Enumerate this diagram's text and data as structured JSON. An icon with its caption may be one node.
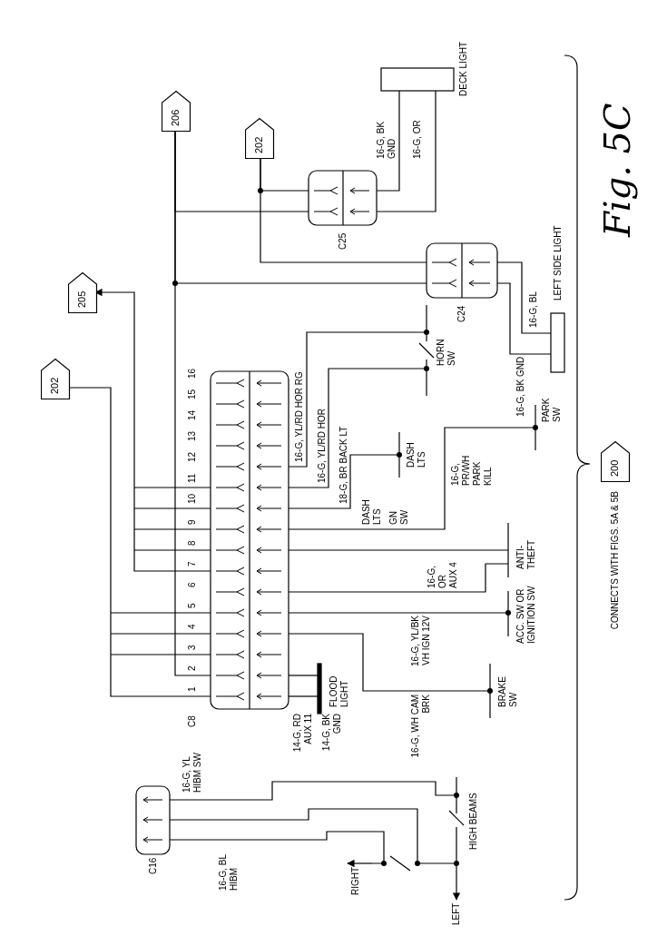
{
  "diagram": {
    "caption": "Fig. 5C",
    "nodes": [
      {
        "text": [
          "202"
        ]
      },
      {
        "text": [
          "205"
        ]
      },
      {
        "text": [
          "206"
        ]
      },
      {
        "text": [
          "202"
        ]
      },
      {
        "text": [],
        "shape": "bar",
        "beside": [
          "DECK LIGHT"
        ]
      },
      {
        "text": [],
        "shape": "box",
        "beside": [
          "C25"
        ]
      },
      {
        "text": [],
        "shape": "box",
        "beside": [
          "C24"
        ]
      },
      {
        "text": [],
        "shape": "bar",
        "beside": [
          "LEFT SIDE LIGHT"
        ]
      },
      {
        "text": [],
        "shape": "box",
        "beside": [
          "C8"
        ]
      },
      {
        "text": [],
        "shape": "switch",
        "beside": [
          "HORN SW"
        ]
      },
      {
        "text": [],
        "shape": "switch",
        "beside": [
          "DASH LTS"
        ]
      },
      {
        "text": [],
        "shape": "switch",
        "beside": [
          "PARK SW"
        ]
      },
      {
        "text": [],
        "shape": "switch",
        "beside": [
          "ANTI- THEFT"
        ]
      },
      {
        "text": [],
        "shape": "switch",
        "beside": [
          "ACC. SW OR IGNITION SW"
        ]
      },
      {
        "text": [],
        "shape": "switch",
        "beside": [
          "BRAKE SW"
        ]
      },
      {
        "text": [],
        "shape": "bar",
        "beside": [
          "FLOOD LIGHT"
        ]
      },
      {
        "text": [],
        "shape": "box",
        "beside": [
          "C16"
        ]
      },
      {
        "text": [],
        "shape": "switch",
        "beside": [
          "HIGH BEAMS"
        ]
      },
      {
        "text": [
          "200"
        ],
        "beside": [
          "CONNECTS WITH FIGS. 5A & 5B"
        ]
      }
    ],
    "edges": [
      {
        "from": 8,
        "to": 0,
        "arrow": "none"
      },
      {
        "from": 8,
        "to": 1,
        "arrow": "to"
      },
      {
        "from": 8,
        "to": 2,
        "arrow": "none"
      },
      {
        "from": 2,
        "to": 5,
        "arrow": "none"
      },
      {
        "from": 2,
        "to": 6,
        "arrow": "none"
      },
      {
        "from": 3,
        "to": 5,
        "arrow": "none"
      },
      {
        "from": 3,
        "to": 6,
        "arrow": "none"
      },
      {
        "from": 5,
        "to": 4,
        "arrow": "none",
        "label": "16-G, BK GND"
      },
      {
        "from": 5,
        "to": 4,
        "arrow": "none",
        "label": "16-G, OR"
      },
      {
        "from": 6,
        "to": 7,
        "arrow": "none",
        "label": "16-G, BL"
      },
      {
        "from": 6,
        "to": 7,
        "arrow": "none",
        "label": "16-G, BK GND"
      },
      {
        "from": 8,
        "to": 9,
        "arrow": "none",
        "label": "16-G, YL/RD HOR RG"
      },
      {
        "from": 8,
        "to": 9,
        "arrow": "none",
        "label": "16-G, YL/RD HOR"
      },
      {
        "from": 8,
        "to": 10,
        "arrow": "none",
        "label": "18-G, BR BACK LT"
      },
      {
        "from": 8,
        "to": 11,
        "arrow": "none",
        "label": "16-G, PR/WH PARK KILL"
      },
      {
        "from": 8,
        "to": 12,
        "arrow": "none"
      },
      {
        "from": 8,
        "to": 12,
        "arrow": "none",
        "label": "16-G, OR AUX 4"
      },
      {
        "from": 8,
        "to": 13,
        "arrow": "none",
        "label": "16-G, YL/BK VH IGN 12V"
      },
      {
        "from": 8,
        "to": 14,
        "arrow": "none",
        "label": "16-G, WH CAM BRK"
      },
      {
        "from": 8,
        "to": 15,
        "arrow": "none",
        "label": "14-G, RD AUX 11"
      },
      {
        "from": 8,
        "to": 15,
        "arrow": "none",
        "label": "14-G, BK GND"
      },
      {
        "from": 16,
        "to": 17,
        "arrow": "none",
        "label": "16-G, YL HIBM SW"
      },
      {
        "from": 16,
        "to": 17,
        "arrow": "none"
      },
      {
        "from": 16,
        "to": 17,
        "arrow": "none",
        "label": "16-G, BL HIBM"
      },
      {
        "from": 17,
        "to": null,
        "arrow": "to",
        "label": "RIGHT"
      },
      {
        "from": 17,
        "to": null,
        "arrow": "to",
        "label": "LEFT"
      }
    ],
    "labels": [
      "1",
      "2",
      "3",
      "4",
      "5",
      "6",
      "7",
      "8",
      "9",
      "10",
      "11",
      "12",
      "13",
      "14",
      "15",
      "16",
      "DASH LTS",
      "GN SW"
    ]
  }
}
